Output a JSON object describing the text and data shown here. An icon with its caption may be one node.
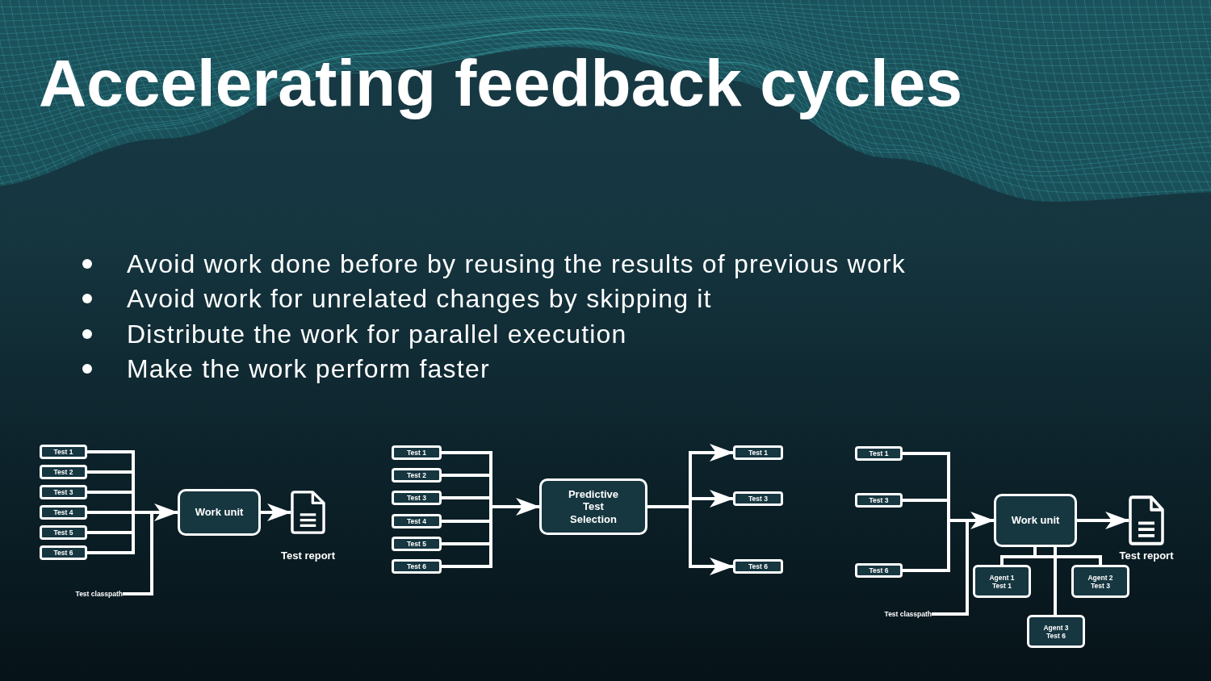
{
  "diagram": {
    "title": "Accelerating feedback cycles",
    "nodes": [
      {
        "text": [
          "Test 1"
        ]
      },
      {
        "text": [
          "Test 2"
        ]
      },
      {
        "text": [
          "Test 3"
        ]
      },
      {
        "text": [
          "Test 4"
        ]
      },
      {
        "text": [
          "Test 5"
        ]
      },
      {
        "text": [
          "Test 6"
        ]
      },
      {
        "text": [
          "Work unit"
        ]
      },
      {
        "text": [
          "Test report"
        ]
      },
      {
        "text": [
          "Test classpath"
        ]
      },
      {
        "text": [
          "Test 1"
        ]
      },
      {
        "text": [
          "Test 2"
        ]
      },
      {
        "text": [
          "Test 3"
        ]
      },
      {
        "text": [
          "Test 4"
        ]
      },
      {
        "text": [
          "Test 5"
        ]
      },
      {
        "text": [
          "Test 6"
        ]
      },
      {
        "text": [
          "Predictive Test Selection"
        ]
      },
      {
        "text": [
          "Test 1"
        ]
      },
      {
        "text": [
          "Test 3"
        ]
      },
      {
        "text": [
          "Test 6"
        ]
      },
      {
        "text": [
          "Test 1"
        ]
      },
      {
        "text": [
          "Test 3"
        ]
      },
      {
        "text": [
          "Test 6"
        ]
      },
      {
        "text": [
          "Test classpath"
        ]
      },
      {
        "text": [
          "Work unit"
        ]
      },
      {
        "text": [
          "Test report"
        ]
      },
      {
        "text": [
          "Agent 1",
          "Test 1"
        ]
      },
      {
        "text": [
          "Agent 2",
          "Test 3"
        ]
      },
      {
        "text": [
          "Agent 3",
          "Test 6"
        ]
      }
    ],
    "edges": [
      {
        "from": 0,
        "to": 6,
        "arrow": "to"
      },
      {
        "from": 1,
        "to": 6,
        "arrow": "to"
      },
      {
        "from": 2,
        "to": 6,
        "arrow": "to"
      },
      {
        "from": 3,
        "to": 6,
        "arrow": "to"
      },
      {
        "from": 4,
        "to": 6,
        "arrow": "to"
      },
      {
        "from": 5,
        "to": 6,
        "arrow": "to"
      },
      {
        "from": 8,
        "to": 6,
        "arrow": "to"
      },
      {
        "from": 6,
        "to": 7,
        "arrow": "to"
      },
      {
        "from": 9,
        "to": 15,
        "arrow": "to"
      },
      {
        "from": 10,
        "to": 15,
        "arrow": "to"
      },
      {
        "from": 11,
        "to": 15,
        "arrow": "to"
      },
      {
        "from": 12,
        "to": 15,
        "arrow": "to"
      },
      {
        "from": 13,
        "to": 15,
        "arrow": "to"
      },
      {
        "from": 14,
        "to": 15,
        "arrow": "to"
      },
      {
        "from": 15,
        "to": 16,
        "arrow": "to"
      },
      {
        "from": 15,
        "to": 17,
        "arrow": "to"
      },
      {
        "from": 15,
        "to": 18,
        "arrow": "to"
      },
      {
        "from": 19,
        "to": 23,
        "arrow": "to"
      },
      {
        "from": 20,
        "to": 23,
        "arrow": "to"
      },
      {
        "from": 21,
        "to": 23,
        "arrow": "to"
      },
      {
        "from": 22,
        "to": 23,
        "arrow": "to"
      },
      {
        "from": 23,
        "to": 24,
        "arrow": "to"
      },
      {
        "from": 23,
        "to": 25,
        "arrow": "none"
      },
      {
        "from": 23,
        "to": 26,
        "arrow": "none"
      },
      {
        "from": 23,
        "to": 27,
        "arrow": "none"
      }
    ],
    "labels": [
      "Avoid work done before by reusing the results of previous work",
      "Avoid work for unrelated changes by skipping it",
      "Distribute the work for parallel execution",
      "Make the work perform faster"
    ]
  }
}
